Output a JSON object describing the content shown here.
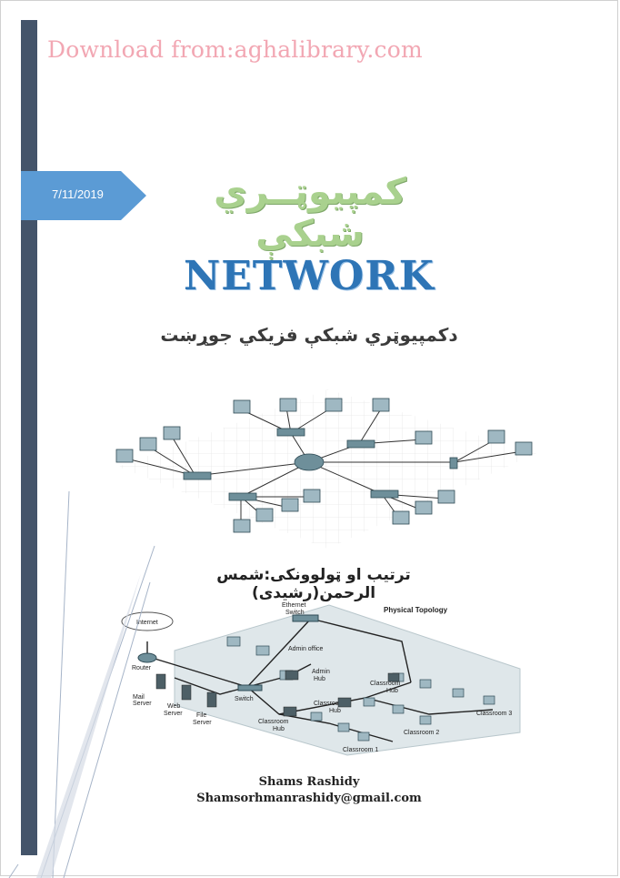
{
  "header": {
    "download_text": "Download from:aghalibrary.com"
  },
  "date": "7/11/2019",
  "title": {
    "pashto": "کمپیوټــري شبکې",
    "english": "NETWORK",
    "subtitle": "دکمپیوټري شبکې فزیکي جوړښت"
  },
  "compiler": "ترتیب او ټولوونکی:شمس الرحمن(رشیدی)",
  "topology": {
    "heading": "Physical Topology",
    "labels": {
      "internet": "Internet",
      "router": "Router",
      "ethernet_switch": "Ethernet",
      "ethernet_switch_2": "Switch",
      "admin_office": "Admin office",
      "admin_hub": "Admin",
      "admin_hub_2": "Hub",
      "mail_server": "Mail",
      "mail_server_2": "Server",
      "web_server": "Web",
      "web_server_2": "Server",
      "file_server": "File",
      "file_server_2": "Server",
      "switch": "Switch",
      "classroom_hub_a": "Classroom",
      "classroom_hub_a_2": "Hub",
      "classroom_hub_b": "Classroom",
      "classroom_hub_b_2": "Hub",
      "classroom_hub_c": "Classroom",
      "classroom_hub_c_2": "Hub",
      "classroom_1": "Classroom 1",
      "classroom_2": "Classroom 2",
      "classroom_3": "Classroom 3"
    }
  },
  "author": {
    "name": "Shams Rashidy",
    "email": "Shamsorhmanrashidy@gmail.com"
  },
  "colors": {
    "side_bar": "#44546a",
    "date_tag": "#5b9bd5",
    "title_green": "#a9d18e",
    "title_blue": "#2e75b6",
    "download_pink": "#f2a7b3"
  }
}
